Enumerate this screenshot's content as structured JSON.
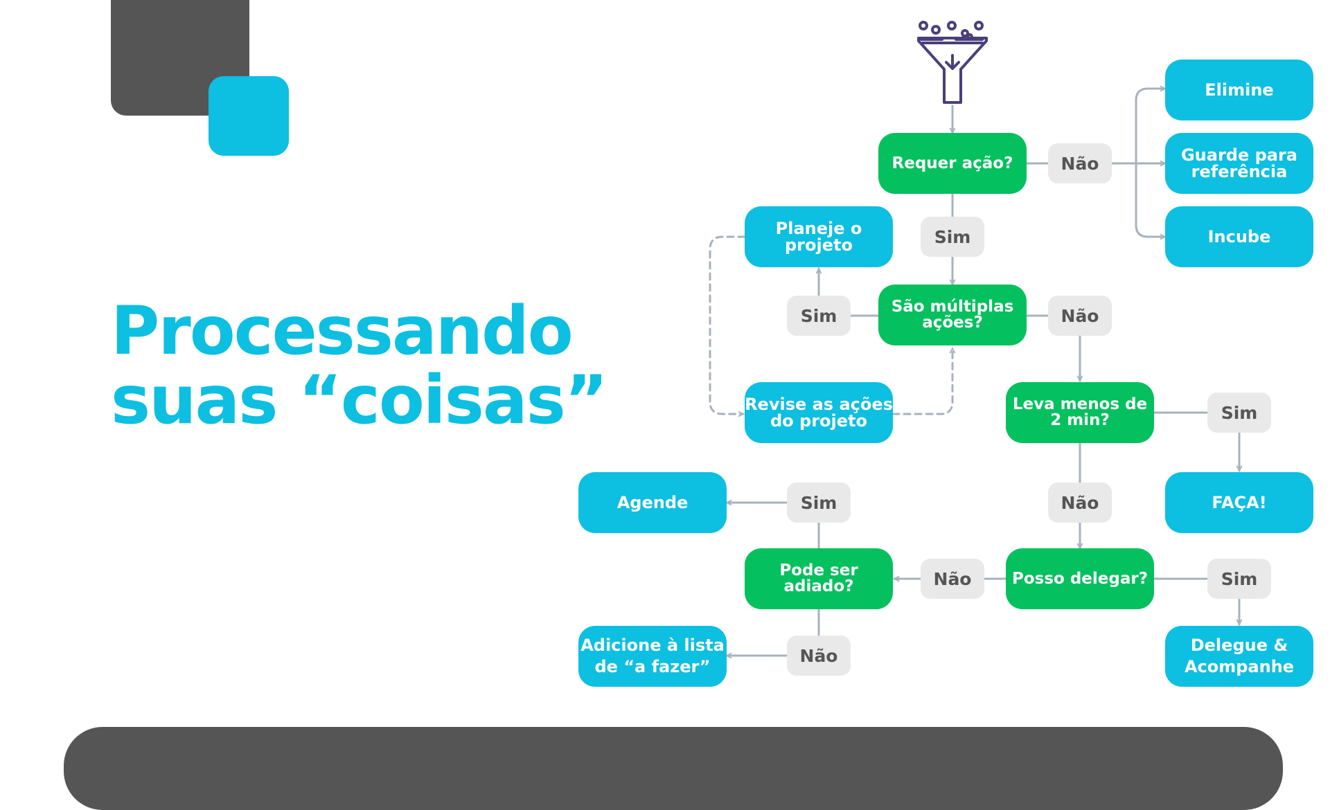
{
  "title": {
    "line1": "Processando",
    "line2": "suas “coisas”"
  },
  "colors": {
    "accent_blue": "#0DBFE0",
    "decision_green": "#05C05E",
    "dark_gray": "#555555",
    "pill_gray": "#E9E9E9",
    "connector": "#A8B2BD",
    "funnel_purple": "#4B3F7A"
  },
  "icons": {
    "funnel": "funnel-icon"
  },
  "decisions": {
    "requer_acao": [
      "Requer ação?"
    ],
    "multiplas": [
      "São múltiplas",
      "ações?"
    ],
    "menos_2min": [
      "Leva menos de",
      "2 min?"
    ],
    "delegar": [
      "Posso delegar?"
    ],
    "adiado": [
      "Pode ser",
      "adiado?"
    ]
  },
  "actions": {
    "elimine": [
      "Elimine"
    ],
    "guarde": [
      "Guarde para",
      "referência"
    ],
    "incube": [
      "Incube"
    ],
    "planeje": [
      "Planeje o",
      "projeto"
    ],
    "revise": [
      "Revise as ações",
      "do projeto"
    ],
    "faca": [
      "FAÇA!"
    ],
    "agende": [
      "Agende"
    ],
    "delegue": [
      "Delegue &",
      "Acompanhe"
    ],
    "lista": [
      "Adicione à lista",
      "de “a fazer”"
    ]
  },
  "answers": {
    "sim": "Sim",
    "nao": "Não"
  }
}
